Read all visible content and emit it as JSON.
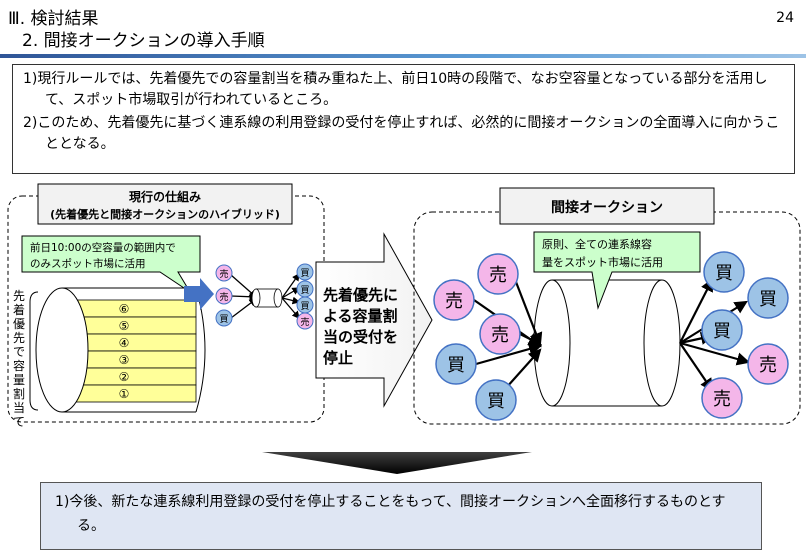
{
  "header": {
    "section": "Ⅲ. 検討結果",
    "subsection": "2. 間接オークションの導入手順",
    "page_number": "24"
  },
  "top_bullets": [
    "1)現行ルールでは、先着優先での容量割当を積み重ねた上、前日10時の段階で、なお空容量となっている部分を活用して、スポット市場取引が行われているところ。",
    "2)このため、先着優先に基づく連系線の利用登録の受付を停止すれば、必然的に間接オークションの全面導入に向かうこととなる。"
  ],
  "left_panel": {
    "title_line1": "現行の仕組み",
    "title_line2": "(先着優先と間接オークションのハイブリッド)",
    "callout_line1": "前日10:00の空容量の範囲内で",
    "callout_line2": "のみスポット市場に活用",
    "vertical_label": "先着優先で容量割当て",
    "layers": [
      "⑥",
      "⑤",
      "④",
      "③",
      "②",
      "①"
    ],
    "small_sell": "売",
    "small_buy": "買"
  },
  "center_arrow": {
    "lines": [
      "先着優先に",
      "よる容量割",
      "当の受付を",
      "停止"
    ]
  },
  "right_panel": {
    "title": "間接オークション",
    "callout_line1": "原則、全ての連系線容",
    "callout_line2": "量をスポット市場に活用",
    "sell": "売",
    "buy": "買"
  },
  "conclusion": {
    "text": "1)今後、新たな連系線利用登録の受付を停止することをもって、間接オークションへ全面移行するものとする。"
  },
  "colors": {
    "sell_fill": "#f4b6e9",
    "buy_fill": "#9dc3e6",
    "layer_fill": "#ffff99",
    "callout_fill": "#ccffcc",
    "blue_arrow": "#4472c4"
  }
}
